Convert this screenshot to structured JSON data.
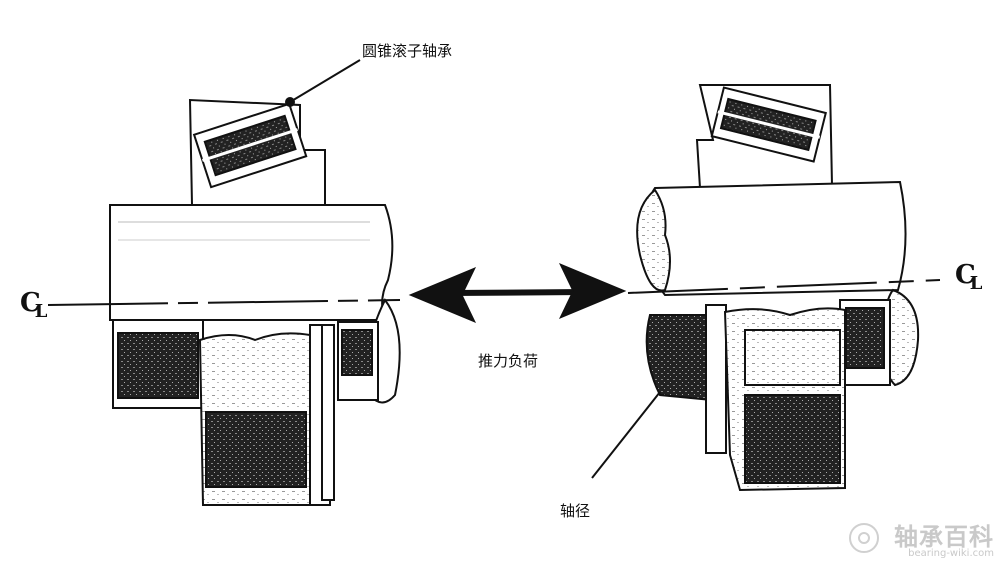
{
  "labels": {
    "bearing": "圆锥滚子轴承",
    "thrust_load": "推力负荷",
    "journal": "轴径",
    "centerline_left": "C",
    "centerline_left_sub": "L",
    "centerline_right": "C",
    "centerline_right_sub": "L"
  },
  "watermark": {
    "title": "轴承百科",
    "url": "bearing-wiki.com"
  }
}
